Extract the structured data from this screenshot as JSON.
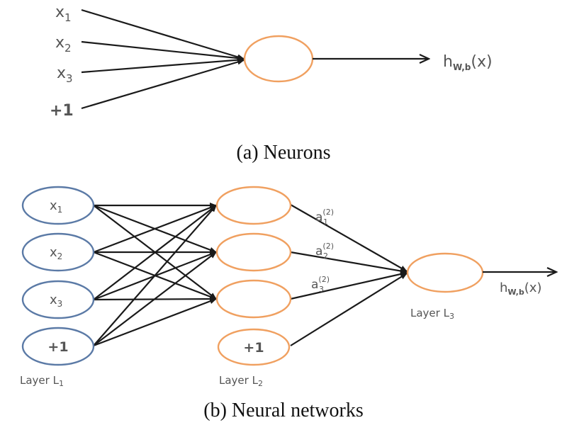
{
  "colors": {
    "input_node_stroke": "#5b7aa6",
    "neuron_stroke": "#f0a060",
    "edge": "#1a1a1a",
    "label_text": "#555555",
    "caption_text": "#111111"
  },
  "neuron": {
    "caption": "(a) Neurons",
    "inputs": [
      {
        "base": "x",
        "sub": "1"
      },
      {
        "base": "x",
        "sub": "2"
      },
      {
        "base": "x",
        "sub": "3"
      },
      {
        "base": "+1",
        "sub": ""
      }
    ],
    "output": {
      "base": "h",
      "sub": "W,b",
      "suffix": "(x)"
    }
  },
  "network": {
    "caption": "(b) Neural networks",
    "layer1": {
      "label": {
        "base": "Layer L",
        "sub": "1"
      },
      "nodes": [
        {
          "base": "x",
          "sub": "1"
        },
        {
          "base": "x",
          "sub": "2"
        },
        {
          "base": "x",
          "sub": "3"
        },
        {
          "base": "+1",
          "sub": ""
        }
      ]
    },
    "layer2": {
      "label": {
        "base": "Layer L",
        "sub": "2"
      },
      "nodes": [
        {
          "base": "",
          "sub": ""
        },
        {
          "base": "",
          "sub": ""
        },
        {
          "base": "",
          "sub": ""
        },
        {
          "base": "+1",
          "sub": ""
        }
      ],
      "activations": [
        {
          "base": "a",
          "sup": "(2)",
          "sub": "1"
        },
        {
          "base": "a",
          "sup": "(2)",
          "sub": "2"
        },
        {
          "base": "a",
          "sup": "(2)",
          "sub": "3"
        }
      ]
    },
    "layer3": {
      "label": {
        "base": "Layer L",
        "sub": "3"
      }
    },
    "output": {
      "base": "h",
      "sub": "W,b",
      "suffix": "(x)"
    }
  }
}
